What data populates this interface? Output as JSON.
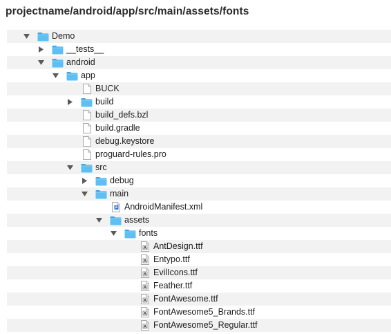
{
  "header": {
    "path_title": "projectname/android/app/src/main/assets/fonts"
  },
  "tree": [
    {
      "label": "Demo",
      "level": 0,
      "kind": "folder",
      "state": "expanded",
      "icon": "folder-icon"
    },
    {
      "label": "__tests__",
      "level": 1,
      "kind": "folder",
      "state": "collapsed",
      "icon": "folder-icon"
    },
    {
      "label": "android",
      "level": 1,
      "kind": "folder",
      "state": "expanded",
      "icon": "folder-icon"
    },
    {
      "label": "app",
      "level": 2,
      "kind": "folder",
      "state": "expanded",
      "icon": "folder-icon"
    },
    {
      "label": "BUCK",
      "level": 3,
      "kind": "file",
      "state": "none",
      "icon": "file-icon"
    },
    {
      "label": "build",
      "level": 3,
      "kind": "folder",
      "state": "collapsed",
      "icon": "folder-icon"
    },
    {
      "label": "build_defs.bzl",
      "level": 3,
      "kind": "file",
      "state": "none",
      "icon": "file-icon"
    },
    {
      "label": "build.gradle",
      "level": 3,
      "kind": "file",
      "state": "none",
      "icon": "file-icon"
    },
    {
      "label": "debug.keystore",
      "level": 3,
      "kind": "file",
      "state": "none",
      "icon": "file-icon"
    },
    {
      "label": "proguard-rules.pro",
      "level": 3,
      "kind": "file",
      "state": "none",
      "icon": "file-icon"
    },
    {
      "label": "src",
      "level": 3,
      "kind": "folder",
      "state": "expanded",
      "icon": "folder-icon"
    },
    {
      "label": "debug",
      "level": 4,
      "kind": "folder",
      "state": "collapsed",
      "icon": "folder-icon"
    },
    {
      "label": "main",
      "level": 4,
      "kind": "folder",
      "state": "expanded",
      "icon": "folder-icon"
    },
    {
      "label": "AndroidManifest.xml",
      "level": 5,
      "kind": "xml",
      "state": "none",
      "icon": "xml-file-icon"
    },
    {
      "label": "assets",
      "level": 5,
      "kind": "folder",
      "state": "expanded",
      "icon": "folder-icon"
    },
    {
      "label": "fonts",
      "level": 6,
      "kind": "folder",
      "state": "expanded",
      "icon": "folder-icon"
    },
    {
      "label": "AntDesign.ttf",
      "level": 7,
      "kind": "font",
      "state": "none",
      "icon": "font-file-icon"
    },
    {
      "label": "Entypo.ttf",
      "level": 7,
      "kind": "font",
      "state": "none",
      "icon": "font-file-icon"
    },
    {
      "label": "EvilIcons.ttf",
      "level": 7,
      "kind": "font",
      "state": "none",
      "icon": "font-file-icon"
    },
    {
      "label": "Feather.ttf",
      "level": 7,
      "kind": "font",
      "state": "none",
      "icon": "font-file-icon"
    },
    {
      "label": "FontAwesome.ttf",
      "level": 7,
      "kind": "font",
      "state": "none",
      "icon": "font-file-icon"
    },
    {
      "label": "FontAwesome5_Brands.ttf",
      "level": 7,
      "kind": "font",
      "state": "none",
      "icon": "font-file-icon"
    },
    {
      "label": "FontAwesome5_Regular.ttf",
      "level": 7,
      "kind": "font",
      "state": "none",
      "icon": "font-file-icon"
    }
  ],
  "colors": {
    "folder_front": "#5ec0f2",
    "folder_back": "#3fa7e3",
    "stripe": "#f2f2f2",
    "disclosure": "#5a5a5a"
  }
}
